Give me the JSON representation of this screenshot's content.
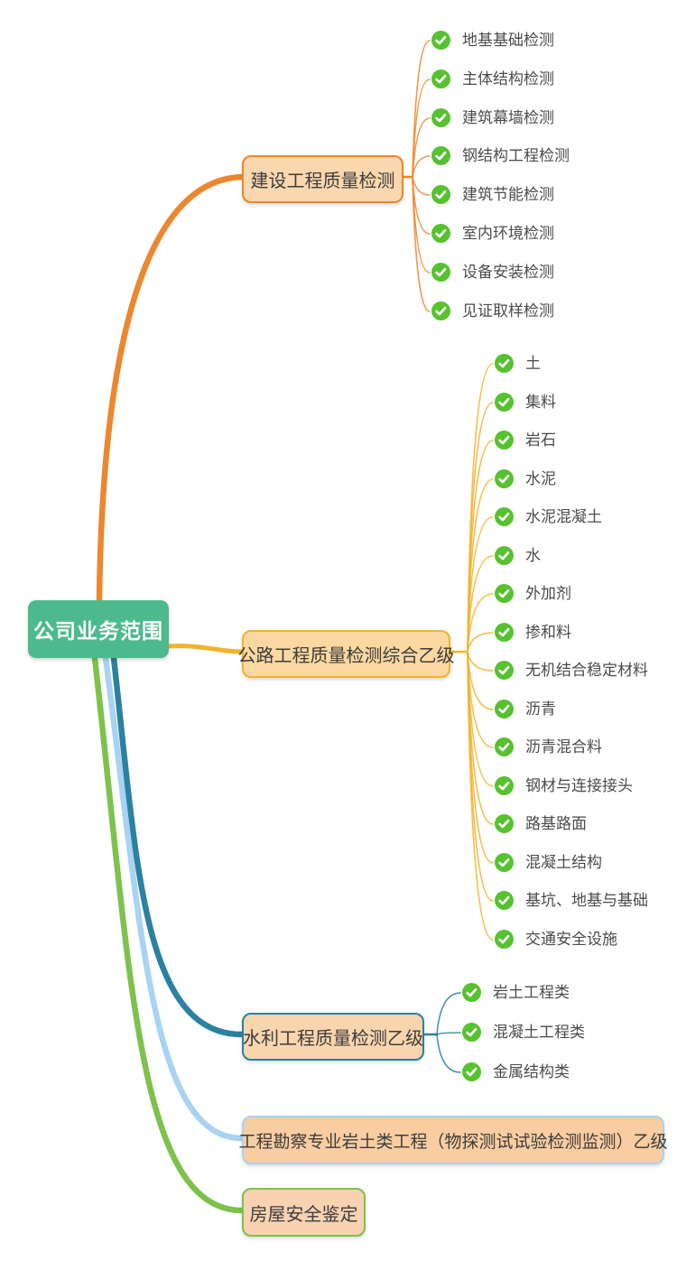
{
  "root": {
    "label": "公司业务范围",
    "fill": "#4dba8d",
    "text_color": "#ffffff"
  },
  "branches": [
    {
      "label": "建设工程质量检测",
      "color": "#ed872d",
      "node_fill": "#fad7ae",
      "children": [
        "地基基础检测",
        "主体结构检测",
        "建筑幕墙检测",
        "钢结构工程检测",
        "建筑节能检测",
        "室内环境检测",
        "设备安装检测",
        "见证取样检测"
      ]
    },
    {
      "label": "公路工程质量检测综合乙级",
      "color": "#f2b32c",
      "node_fill": "#fbd8a0",
      "children": [
        "土",
        "集料",
        "岩石",
        "水泥",
        "水泥混凝土",
        "水",
        "外加剂",
        "掺和料",
        "无机结合稳定材料",
        "沥青",
        "沥青混合料",
        "钢材与连接接头",
        "路基路面",
        "混凝土结构",
        "基坑、地基与基础",
        "交通安全设施"
      ]
    },
    {
      "label": "水利工程质量检测乙级",
      "color": "#2b81a0",
      "node_fill": "#f9d5ae",
      "children": [
        "岩土工程类",
        "混凝土工程类",
        "金属结构类"
      ]
    },
    {
      "label": "工程勘察专业岩土类工程（物探测试试验检测监测）乙级",
      "color": "#a8d3f2",
      "node_fill": "#f9cda1",
      "children": []
    },
    {
      "label": "房屋安全鉴定",
      "color": "#7cc24b",
      "node_fill": "#f9d2b2",
      "children": []
    }
  ],
  "icons": {
    "check": {
      "name": "check-icon",
      "color": "#55c22e"
    }
  }
}
